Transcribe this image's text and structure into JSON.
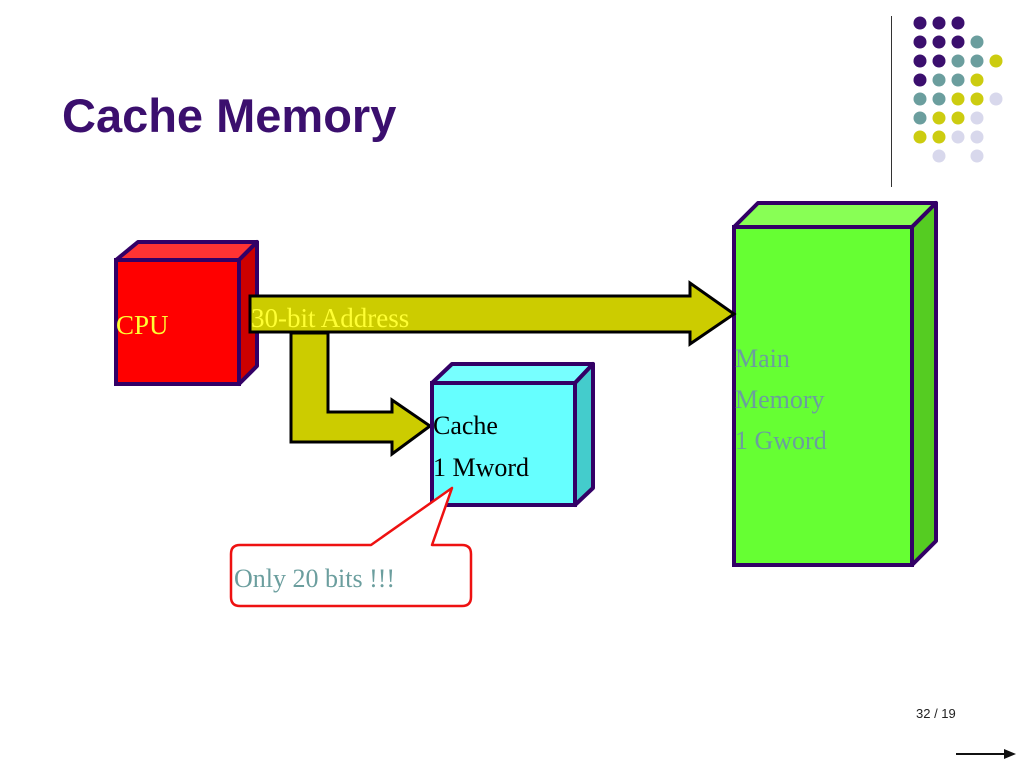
{
  "slide": {
    "title": "Cache Memory",
    "page_indicator": "32 / 19"
  },
  "colors": {
    "title": "#3b0f6e",
    "dot_purple": "#3b0f6e",
    "dot_teal": "#6b9e9e",
    "dot_yellow": "#cccc10",
    "dot_lavender": "#d8d8ec",
    "cpu_fill": "#ff0000",
    "cache_fill": "#66ffff",
    "memory_fill": "#66ff33",
    "arrow_fill": "#cccc00",
    "callout_border": "#ee1111",
    "box_border": "#330066"
  },
  "decor_dots": [
    [
      "purple",
      "purple",
      "purple",
      null,
      null
    ],
    [
      "purple",
      "purple",
      "purple",
      "teal",
      null
    ],
    [
      "purple",
      "purple",
      "teal",
      "teal",
      "yellow"
    ],
    [
      "purple",
      "teal",
      "teal",
      "yellow",
      null
    ],
    [
      "teal",
      "teal",
      "yellow",
      "yellow",
      "lavender"
    ],
    [
      "teal",
      "yellow",
      "yellow",
      "lavender",
      null
    ],
    [
      "yellow",
      "yellow",
      "lavender",
      "lavender",
      null
    ],
    [
      null,
      "lavender",
      null,
      "lavender",
      null
    ]
  ],
  "diagram": {
    "cpu": {
      "label": "CPU"
    },
    "address_bus": {
      "label": "30-bit Address"
    },
    "cache": {
      "line1": "Cache",
      "line2": "1 Mword"
    },
    "main_memory": {
      "line1": "Main",
      "line2": "Memory",
      "line3": "1 Gword"
    },
    "callout": {
      "text": "Only 20 bits !!!"
    }
  },
  "nav": {
    "next_icon": "arrow-right-icon"
  }
}
